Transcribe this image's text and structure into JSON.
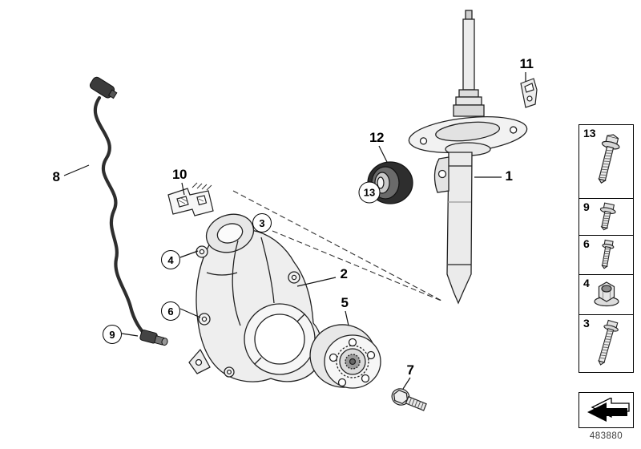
{
  "diagram": {
    "callouts": [
      {
        "label": "1",
        "circled": false
      },
      {
        "label": "2",
        "circled": false
      },
      {
        "label": "3",
        "circled": true
      },
      {
        "label": "4",
        "circled": true
      },
      {
        "label": "5",
        "circled": false
      },
      {
        "label": "6",
        "circled": true
      },
      {
        "label": "7",
        "circled": false
      },
      {
        "label": "8",
        "circled": false
      },
      {
        "label": "9",
        "circled": true
      },
      {
        "label": "10",
        "circled": false
      },
      {
        "label": "11",
        "circled": false
      },
      {
        "label": "12",
        "circled": false
      },
      {
        "label": "13",
        "circled": true
      }
    ],
    "legend": {
      "items": [
        {
          "label": "13",
          "icon": "flange-bolt-icon"
        },
        {
          "label": "9",
          "icon": "flange-bolt-icon"
        },
        {
          "label": "6",
          "icon": "hex-bolt-icon"
        },
        {
          "label": "4",
          "icon": "flange-nut-icon"
        },
        {
          "label": "3",
          "icon": "flange-bolt-icon"
        }
      ]
    },
    "direction_arrow": {
      "icon": "travel-direction-arrow-icon"
    },
    "footer": {
      "drawing_number": "483880"
    }
  }
}
